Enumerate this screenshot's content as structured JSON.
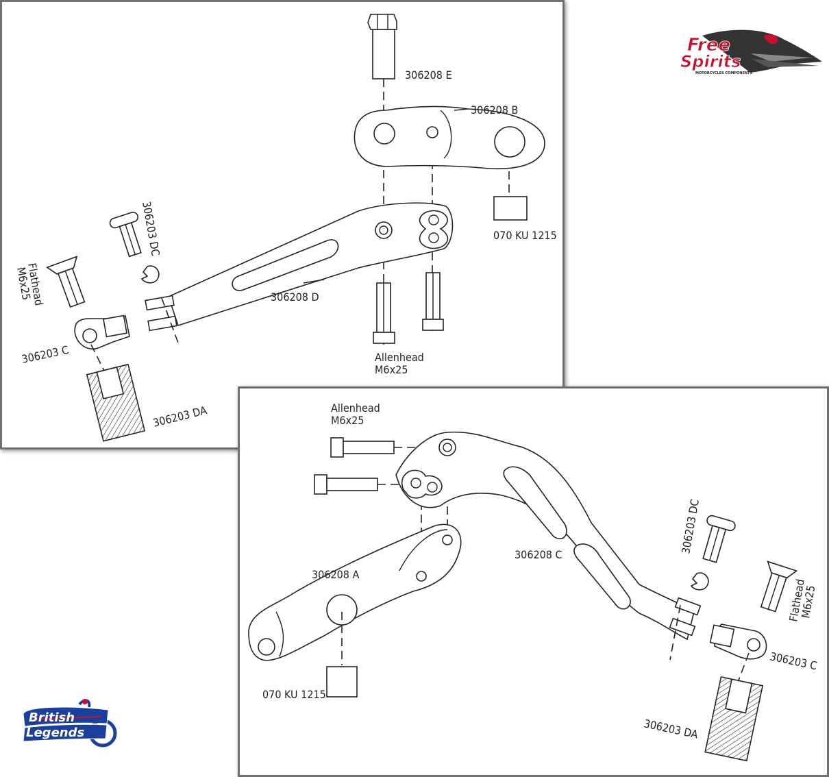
{
  "brand": {
    "free_spirits": {
      "line1": "Free",
      "line2": "Spirits",
      "tagline": "MOTORCYCLES COMPONENTS"
    },
    "british_legends": {
      "line1": "British",
      "line2": "Legends"
    }
  },
  "top_panel": {
    "labels": {
      "p306208E": "306208 E",
      "p306208B": "306208 B",
      "p070KU": "070 KU 1215",
      "p306203DC": "306203 DC",
      "flathead1": "Flathead",
      "flathead2": "M6x25",
      "p306208D": "306208 D",
      "p306203C": "306203 C",
      "allenhead1": "Allenhead",
      "allenhead2": "M6x25",
      "p306203DA": "306203 DA"
    }
  },
  "bottom_panel": {
    "labels": {
      "allenhead1": "Allenhead",
      "allenhead2": "M6x25",
      "p306208A": "306208 A",
      "p306208C": "306208 C",
      "p306203DC": "306203 DC",
      "flathead1": "Flathead",
      "flathead2": "M6x25",
      "p306203C": "306203 C",
      "p070KU": "070 KU 1215",
      "p306203DA": "306203 DA"
    }
  },
  "colors": {
    "red": "#c8102e",
    "blue": "#1a3f9c",
    "frame": "#707070",
    "ink": "#222222"
  }
}
